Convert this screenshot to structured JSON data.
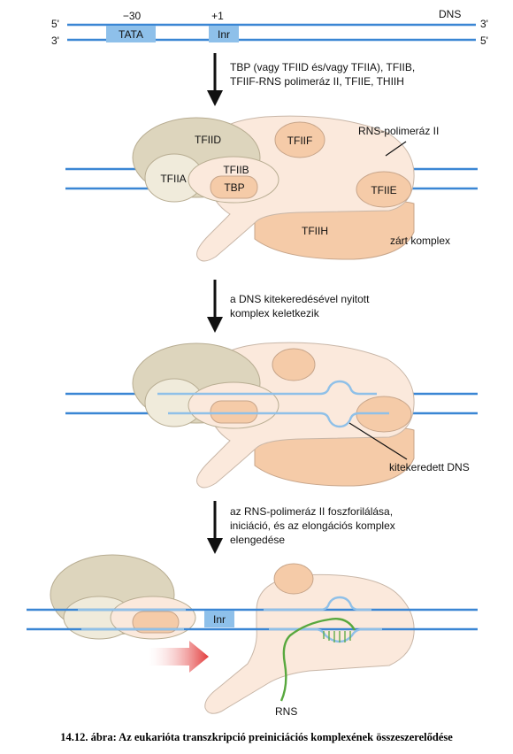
{
  "dna": {
    "label": "DNS",
    "end_5_left": "5'",
    "end_3_left": "3'",
    "end_3_right": "3'",
    "end_5_right": "5'",
    "minus30": "−30",
    "plus1": "+1",
    "tata": "TATA",
    "inr": "Inr"
  },
  "step1": {
    "line1": "TBP (vagy TFIID és/vagy TFIIA), TFIIB,",
    "line2": "TFIIF-RNS polimeráz II, TFIIE, THIIH"
  },
  "complex1": {
    "tfiid": "TFIID",
    "tfiia": "TFIIA",
    "tfiib": "TFIIB",
    "tbp": "TBP",
    "tfiif": "TFIIF",
    "tfiie": "TFIIE",
    "tfiih": "TFIIH",
    "pol": "RNS-polimeráz II",
    "closed": "zárt komplex"
  },
  "step2": {
    "line1": "a DNS kitekeredésével nyitott",
    "line2": "komplex keletkezik"
  },
  "complex2": {
    "unwound": "kitekeredett DNS"
  },
  "step3": {
    "line1": "az RNS-polimeráz II foszforilálása,",
    "line2": "iniciáció, és az elongációs komplex",
    "line3": "elengedése"
  },
  "complex3": {
    "inr": "Inr",
    "rna": "RNS"
  },
  "caption": "14.12. ábra: Az eukarióta transzkripció preiniciációs komplexének összeszerelődése",
  "colors": {
    "dna": "#3a86d4",
    "strand_light": "#8fc0e8",
    "box": "#8ec0ea",
    "tfiid": "#ddd5bd",
    "pol": "#fbe9dc",
    "salmon": "#f5cba8",
    "rna": "#58a83e",
    "red_arrow": "#e23a3a"
  }
}
